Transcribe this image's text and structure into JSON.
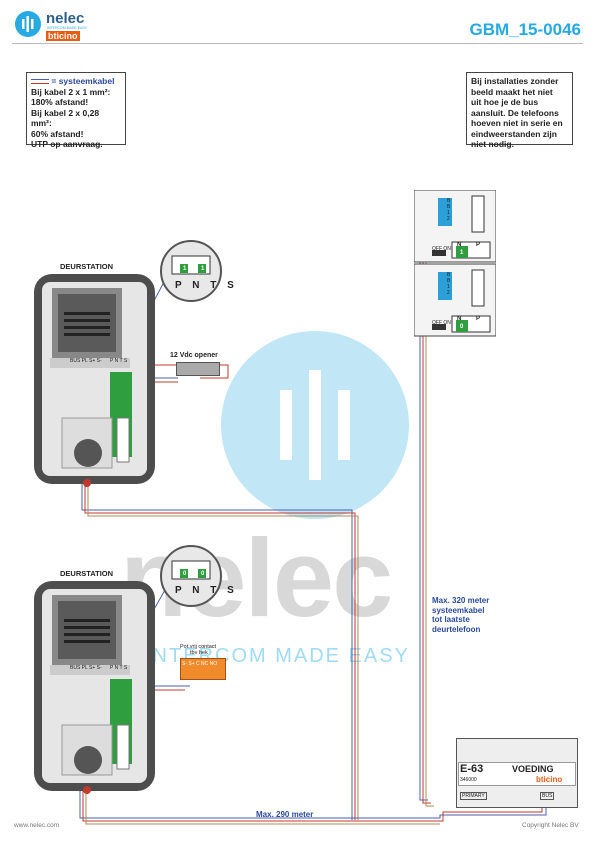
{
  "header": {
    "brand_name": "nelec",
    "brand_tagline": "INTERCOM MADE EASY",
    "partner_brand": "bticino",
    "doc_number": "GBM_15-0046"
  },
  "legend": {
    "line1": "= systeemkabel",
    "line2": "Bij kabel 2 x 1 mm²:",
    "line3": "180% afstand!",
    "line4": "Bij kabel 2 x 0,28 mm²:",
    "line5": "60% afstand!",
    "line6": "UTP op aanvraag."
  },
  "info_note": {
    "line1": "Bij installaties zonder",
    "line2": "beeld maakt het niet",
    "line3": "uit hoe je de bus",
    "line4": "aansluit. De telefoons",
    "line5": "hoeven niet in serie en",
    "line6": "eindweerstanden zijn",
    "line7": "niet nodig."
  },
  "door_station_1": {
    "label": "DEURSTATION",
    "terminals": "BUS PL S+ S-",
    "terminals2": "P N T S",
    "dip_values": [
      "1",
      "1"
    ],
    "zoom_labels": "P N T S"
  },
  "door_station_2": {
    "label": "DEURSTATION",
    "terminals": "BUS PL S+ S-",
    "terminals2": "P N T S",
    "dip_values": [
      "0",
      "0"
    ],
    "zoom_labels": "P N T S"
  },
  "opener": {
    "label": "12 Vdc opener"
  },
  "contact": {
    "line1": "Pot.vrij contact",
    "line2": "tbv hek",
    "terminals": "S- S+ C NC NO"
  },
  "phone_1": {
    "bus_terms": [
      "B",
      "B",
      "1",
      "2"
    ],
    "switch": "OFF ON",
    "headers": [
      "N",
      "P"
    ],
    "value": "1"
  },
  "phone_2": {
    "bus_terms": [
      "B",
      "B",
      "1",
      "2"
    ],
    "switch": "OFF ON",
    "headers": [
      "N",
      "P"
    ],
    "value": "0"
  },
  "max_distance_phone": {
    "line1": "Max. 320 meter",
    "line2": "systeemkabel",
    "line3": "tot laatste",
    "line4": "deurtelefoon"
  },
  "max_distance_door": "Max. 290 meter",
  "power_supply": {
    "model": "E-63",
    "label": "VOEDING",
    "brand": "bticino",
    "code": "346000",
    "primary": "PRIMARY",
    "bus": "BUS"
  },
  "watermark": {
    "word": "nelec",
    "tagline": "INTERCOM MADE EASY"
  },
  "footer": {
    "left": "www.nelec.com",
    "right": "Copyright Nelec BV"
  },
  "colors": {
    "accent": "#27a9e1",
    "cable_blue": "#4a5fb0",
    "cable_red": "#c0392b",
    "cable_tan": "#b08a5a",
    "green": "#2e9e3e"
  }
}
